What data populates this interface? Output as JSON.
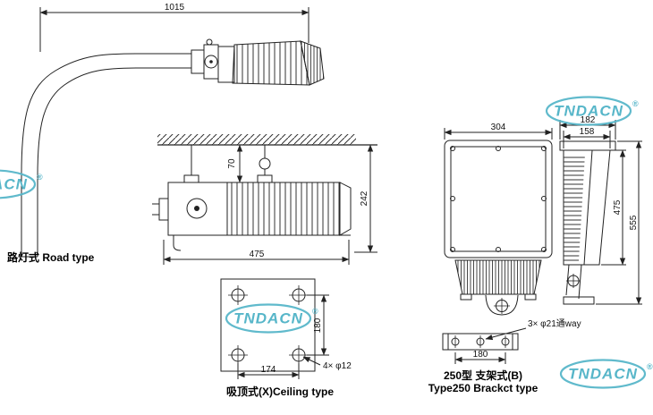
{
  "watermark": {
    "text": "TNDACN",
    "reg": "®",
    "color": "#57b6c9"
  },
  "road": {
    "dim_1015": "1015",
    "label": "路灯式 Road type"
  },
  "ceiling": {
    "dim_70": "70",
    "dim_242": "242",
    "dim_475": "475",
    "plate": {
      "dim_180": "180",
      "dim_174": "174",
      "note_holes": "4× φ12"
    },
    "label": "吸顶式(X)Ceiling type"
  },
  "bracket": {
    "dim_304": "304",
    "dim_182": "182",
    "dim_158": "158",
    "dim_475": "475",
    "dim_555": "555",
    "dim_180": "180",
    "note_holes": "3× φ21通way",
    "label_line1": "250型 支架式(B)",
    "label_line2": "Type250 Brackct type"
  },
  "colors": {
    "line": "#222222",
    "background": "#ffffff"
  }
}
